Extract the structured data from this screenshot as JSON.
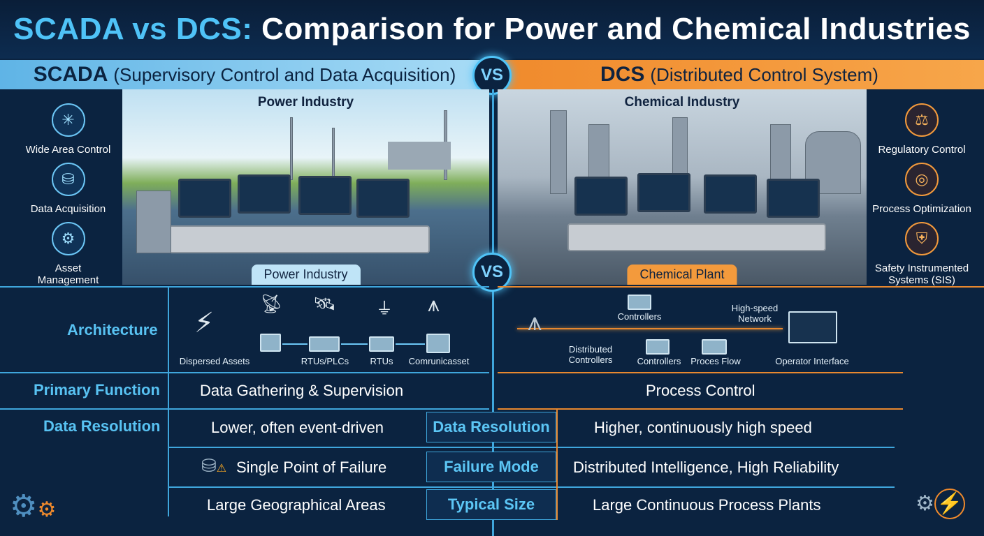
{
  "title": {
    "part1": "SCADA vs DCS:",
    "part2": " Comparison for Power and Chemical Industries"
  },
  "scada": {
    "abbr": "SCADA",
    "full": "(Supervisory Control and Data Acquisition)",
    "features": [
      "Wide Area Control",
      "Data Acquisition",
      "Asset Management"
    ],
    "scene_title": "Power Industry",
    "scene_label": "Power Industry"
  },
  "dcs": {
    "abbr": "DCS",
    "full": "(Distributed Control System)",
    "features": [
      "Regulatory Control",
      "Process Optimization",
      "Safety Instrumented Systems (SIS)"
    ],
    "scene_title": "Chemical Industry",
    "scene_label": "Chemical Plant"
  },
  "vs": "VS",
  "architecture": {
    "label": "Architecture",
    "scada_nodes": [
      "Dispersed Assets",
      "RTUs/PLCs",
      "RTUs",
      "Comrunicasset"
    ],
    "dcs_nodes": [
      "Distributed Controllers",
      "Controllers",
      "Controllers",
      "Proces Flow",
      "High-speed Network",
      "Operator Interface"
    ]
  },
  "rows": [
    {
      "label": "Primary Function",
      "scada": "Data Gathering & Supervision",
      "dcs": "Process Control"
    },
    {
      "label": "Data Resolution",
      "scada": "Lower, often event-driven",
      "dcs": "Higher, continuously high speed"
    },
    {
      "label": "Failure Mode",
      "scada": "Single Point of Failure",
      "dcs": "Distributed Intelligence, High Reliability"
    },
    {
      "label": "Typical Size",
      "scada": "Large Geographical Areas",
      "dcs": "Large Continuous Process Plants"
    }
  ],
  "colors": {
    "scada": "#4fc3f7",
    "dcs": "#f08a2c",
    "bg": "#0b2340"
  }
}
